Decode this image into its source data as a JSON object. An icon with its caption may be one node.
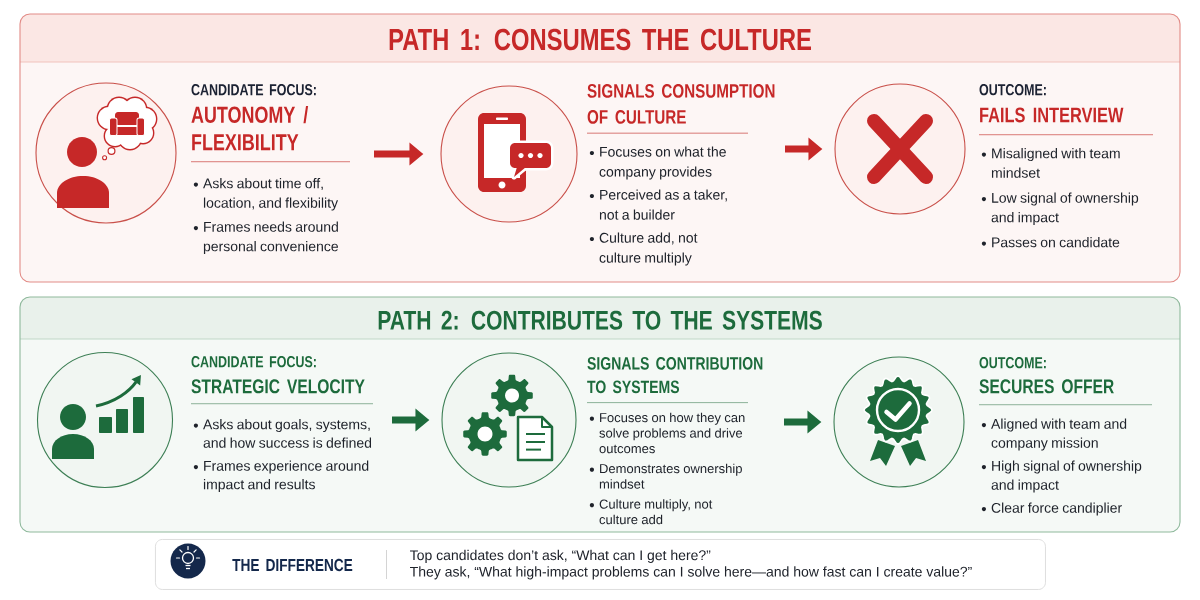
{
  "diagram": {
    "nodes": [
      {
        "text": [
          "PATH 1: CONSUMES THE CULTURE"
        ]
      },
      {
        "text": [],
        "shape": "circle",
        "in": 0
      },
      {
        "text": [
          "CANDIDATE FOCUS:",
          "AUTONOMY / FLEXIBILITY",
          "Asks about time off, location, and flexibility",
          "Frames needs around personal convenience"
        ],
        "in": 0
      },
      {
        "text": [],
        "shape": "circle",
        "in": 0
      },
      {
        "text": [
          "SIGNALS CONSUMPTION OF CULTURE",
          "Focuses on what the company provides",
          "Perceived as a taker, not a builder",
          "Culture add, not culture multiply"
        ],
        "in": 0
      },
      {
        "text": [],
        "shape": "circle",
        "in": 0
      },
      {
        "text": [
          "OUTCOME:",
          "FAILS INTERVIEW",
          "Misaligned with team mindset",
          "Low signal of ownership and impact",
          "Passes on candidate"
        ],
        "in": 0
      },
      {
        "text": [
          "PATH 2: CONTRIBUTES TO THE SYSTEMS"
        ]
      },
      {
        "text": [],
        "shape": "circle",
        "in": 7
      },
      {
        "text": [
          "CANDIDATE FOCUS:",
          "STRATEGIC VELOCITY",
          "Asks about goals, systems, and how success is defined",
          "Frames experience around impact and results"
        ],
        "in": 7
      },
      {
        "text": [],
        "shape": "circle",
        "in": 7
      },
      {
        "text": [
          "SIGNALS CONTRIBUTION TO SYSTEMS",
          "Focuses on how they can solve problems and drive outcomes",
          "Demonstrates ownership mindset",
          "Culture multiply, not culture add"
        ],
        "in": 7
      },
      {
        "text": [],
        "shape": "circle",
        "in": 7
      },
      {
        "text": [
          "OUTCOME:",
          "SECURES OFFER",
          "Aligned with team and company mission",
          "High signal of ownership and impact",
          "Clear force candiplier"
        ],
        "in": 7
      },
      {
        "text": [
          "THE DIFFERENCE",
          "Top candidates don’t ask, “What can I get here?”",
          "They ask, “What high-impact problems can I solve here—and how fast can I create value?”"
        ]
      }
    ],
    "edges": [
      {
        "from": 2,
        "to": 3,
        "arrow": "to"
      },
      {
        "from": 4,
        "to": 5,
        "arrow": "to"
      },
      {
        "from": 9,
        "to": 10,
        "arrow": "to",
        "color": "#1d6b3c"
      },
      {
        "from": 11,
        "to": 12,
        "arrow": "to",
        "color": "#1d6b3c"
      }
    ]
  }
}
